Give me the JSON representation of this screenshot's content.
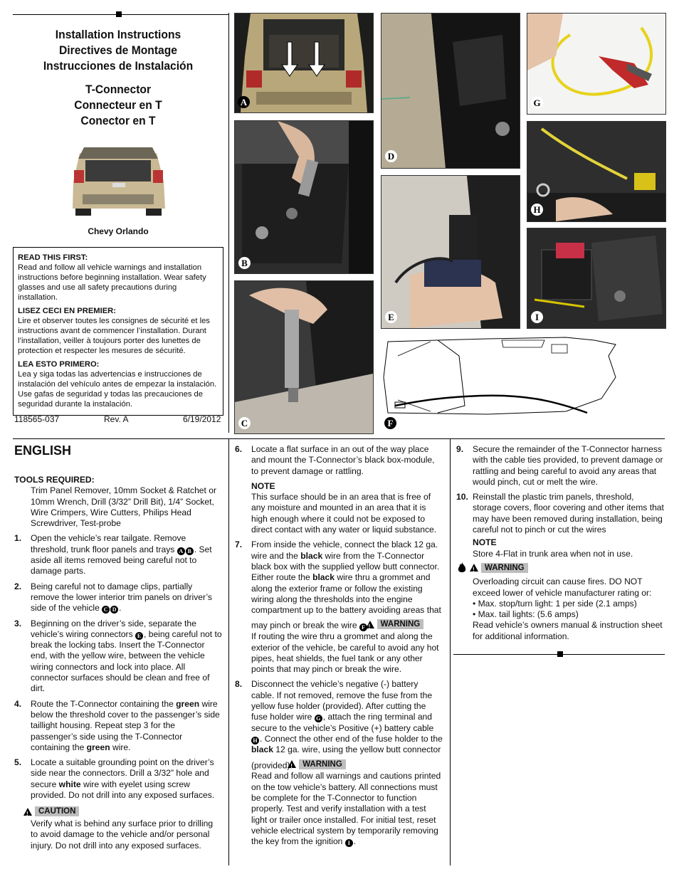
{
  "header": {
    "title_lines": [
      "Installation Instructions",
      "Directives de Montage",
      "Instrucciones de Instalación"
    ],
    "product_lines": [
      "T-Connector",
      "Connecteur en T",
      "Conector en T"
    ],
    "vehicle_caption": "Chevy Orlando"
  },
  "safety": {
    "en_head": "READ THIS FIRST:",
    "en_text": "Read and follow all vehicle warnings and installation instructions before beginning installation. Wear safety glasses and use all safety precautions during installation.",
    "fr_head": "LISEZ CECI EN PREMIER:",
    "fr_text": "Lire et observer toutes les consignes de sécurité et les instructions avant de commencer l’installation. Durant l’installation, veiller à toujours porter des lunettes de protection et respecter les mesures de sécurité.",
    "es_head": "LEA ESTO PRIMERO:",
    "es_text": "Lea y siga todas las advertencias e instrucciones de instalación del vehículo antes de empezar la instalación. Use gafas de seguridad y todas las precauciones de seguridad durante la instalación."
  },
  "footer_ids": {
    "part": "118565-037",
    "rev": "Rev. A",
    "date": "6/19/2012"
  },
  "figure_tags": {
    "A": "A",
    "B": "B",
    "C": "C",
    "D": "D",
    "E": "E",
    "F": "F",
    "G": "G",
    "H": "H",
    "I": "I"
  },
  "english": {
    "heading": "ENGLISH",
    "tools_head": "TOOLS REQUIRED:",
    "tools_text": "Trim Panel Remover, 10mm Socket & Ratchet or 10mm Wrench, Drill (3/32” Drill Bit), 1/4” Socket, Wire Crimpers, Wire Cutters, Philips Head Screwdriver, Test-probe",
    "steps": [
      {
        "num": "1.",
        "a": "Open the vehicle’s rear tailgate. Remove threshold, trunk floor panels and trays ",
        "tags": "AB",
        "b": ". Set aside all items removed being careful not to damage parts."
      },
      {
        "num": "2.",
        "a": "Being careful not to damage clips, partially remove the lower interior trim panels on driver’s side of the vehicle ",
        "tags": "CD",
        "b": "."
      },
      {
        "num": "3.",
        "a": "Beginning on the driver’s side, separate the vehicle’s wiring connectors ",
        "tags": "E",
        "b": ", being careful not to break the locking tabs. Insert the T-Connector end, with the yellow wire, between the vehicle wiring connectors and lock into place. All connector surfaces should be clean and free of dirt."
      },
      {
        "num": "4.",
        "a": "Route the T-Connector containing the ",
        "bold1": "green",
        "b": " wire below the threshold cover to the passenger’s side taillight housing. Repeat step 3 for the passenger’s side using the T-Connector containing the ",
        "bold2": "green",
        "c": " wire."
      },
      {
        "num": "5.",
        "a": "Locate a suitable grounding point on the driver’s side near the connectors. Drill a 3/32” hole and secure ",
        "bold1": "white",
        "b": " wire with eyelet using screw provided. Do not drill into any exposed surfaces."
      }
    ],
    "caution_label": "CAUTION",
    "caution_text": "Verify what is behind any surface prior to drilling to avoid damage to the vehicle and/or personal injury. Do not drill into any exposed surfaces.",
    "step6_num": "6.",
    "step6": "Locate a flat surface in an out of the way place and mount the T-Connector’s black box-module, to prevent damage or rattling.",
    "note_label": "NOTE",
    "note6": "This surface should be in an area that is free of any moisture and mounted in an area that it is high enough where it could not be exposed to direct contact with any water or liquid substance.",
    "step7_num": "7.",
    "step7_a": "From inside the vehicle, connect the black 12 ga. wire and the ",
    "step7_bold1": "black",
    "step7_b": " wire from the T-Connector black box with the supplied yellow butt connector. Either route the ",
    "step7_bold2": "black",
    "step7_c": " wire thru a grommet and along the exterior frame or follow the existing wiring along the thresholds into the engine compartment up to the battery avoiding areas that may pinch or break the wire ",
    "step7_tag": "F",
    "step7_d": ".",
    "warning_label": "WARNING",
    "warn7": "If routing the wire thru a grommet and along the exterior of the vehicle, be careful to avoid any hot pipes, heat shields, the fuel tank or any other points that may pinch or break the wire.",
    "step8_num": "8.",
    "step8_a": "Disconnect the vehicle’s negative (-) battery cable. If not removed, remove the fuse from the yellow fuse holder (provided). After cutting the fuse holder wire ",
    "step8_tag1": "G",
    "step8_b": ", attach the ring terminal and secure to the vehicle’s Positive (+) battery cable ",
    "step8_tag2": "H",
    "step8_c": ". Connect the other end of the fuse holder to the ",
    "step8_bold": "black",
    "step8_d": " 12 ga. wire, using the yellow butt connector (provided).",
    "warn8_a": "Read and follow all warnings and cautions printed on the tow vehicle’s battery. All connections must be complete for the T-Connector to function properly. Test and verify installation with a test light or trailer once installed. For initial test, reset vehicle electrical system by temporarily removing the key from the ignition ",
    "warn8_tag": "I",
    "warn8_b": ".",
    "step9_num": "9.",
    "step9": "Secure the remainder of the T-Connector harness with the cable ties provided, to prevent damage or rattling and being careful to avoid any areas that would pinch, cut or melt the wire.",
    "step10_num": "10.",
    "step10": "Reinstall the plastic trim panels, threshold, storage covers, floor covering and other items that may have been removed during installation, being careful not to pinch or cut the wires",
    "note10": "Store 4-Flat in trunk area when not in use.",
    "fire_text_1": "Overloading circuit can cause fires. DO NOT exceed lower of vehicle manufacturer rating or:",
    "fire_bullet_1": "• Max. stop/turn light: 1 per side (2.1 amps)",
    "fire_bullet_2": "• Max. tail lights: (5.6 amps)",
    "fire_text_2": "Read vehicle’s owners manual & instruction sheet for additional information."
  }
}
